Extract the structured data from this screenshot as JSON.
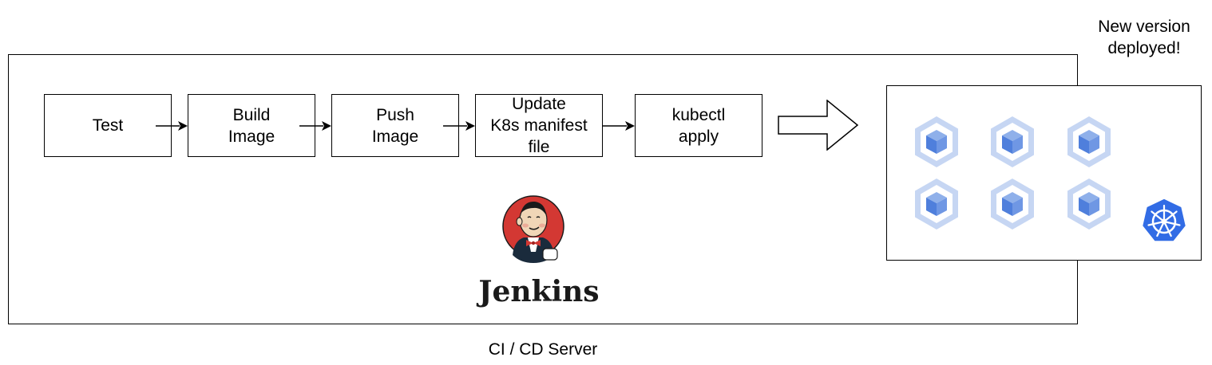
{
  "diagram": {
    "steps": [
      {
        "id": "test",
        "label": "Test"
      },
      {
        "id": "build-image",
        "label": "Build\nImage"
      },
      {
        "id": "push-image",
        "label": "Push\nImage"
      },
      {
        "id": "update-manifest",
        "label": "Update\nK8s manifest\nfile"
      },
      {
        "id": "kubectl-apply",
        "label": "kubectl\napply"
      }
    ],
    "server_caption": "CI / CD Server",
    "deploy_caption": "New version\ndeployed!",
    "jenkins_wordmark": "Jenkins",
    "icons": {
      "pod": "kubernetes-pod-cube-icon",
      "cluster": "kubernetes-helm-wheel-icon",
      "jenkins": "jenkins-butler-logo"
    },
    "colors": {
      "pod_light": "#a9c2ee",
      "pod_dark": "#4f7fdc",
      "k8s_blue": "#326ce5",
      "jenkins_red": "#d33833",
      "stroke": "#000000"
    }
  }
}
